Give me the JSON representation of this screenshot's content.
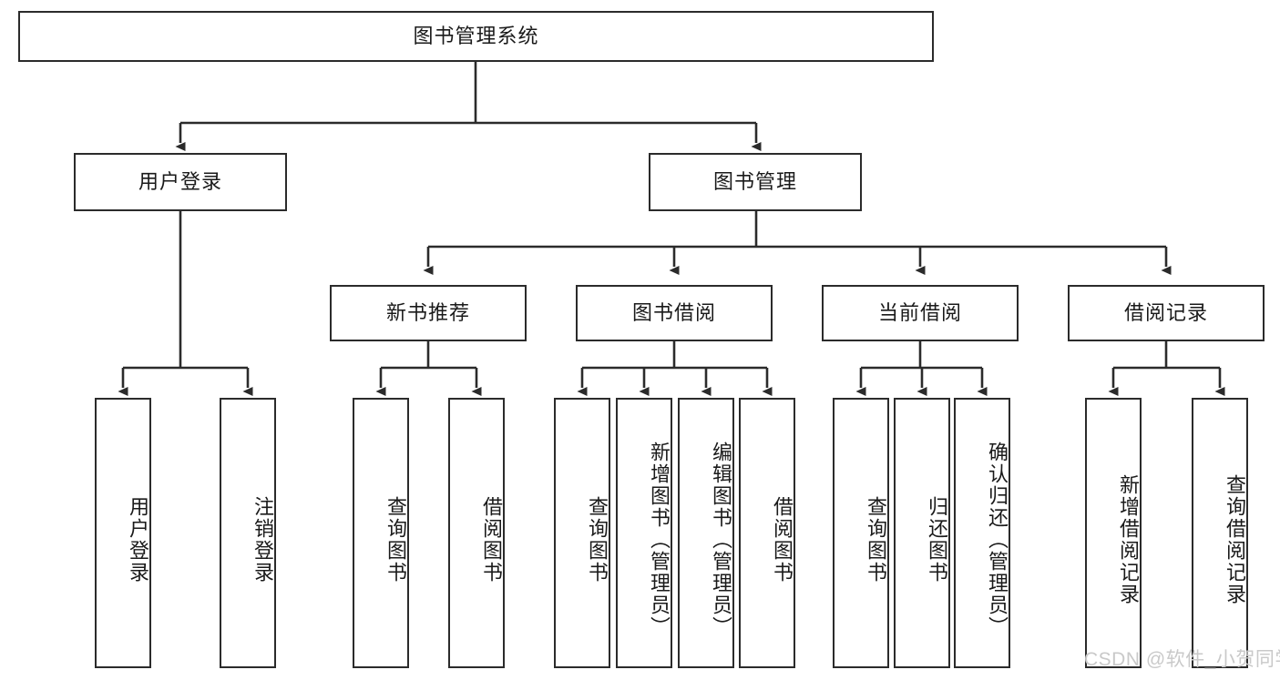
{
  "diagram": {
    "title": "图书管理系统",
    "type": "hierarchy-tree",
    "root": {
      "label": "图书管理系统",
      "orientation": "horizontal"
    },
    "level2": [
      {
        "label": "用户登录",
        "orientation": "horizontal"
      },
      {
        "label": "图书管理",
        "orientation": "horizontal"
      }
    ],
    "level3": [
      {
        "label": "新书推荐",
        "orientation": "horizontal",
        "parent": "图书管理"
      },
      {
        "label": "图书借阅",
        "orientation": "horizontal",
        "parent": "图书管理"
      },
      {
        "label": "当前借阅",
        "orientation": "horizontal",
        "parent": "图书管理"
      },
      {
        "label": "借阅记录",
        "orientation": "horizontal",
        "parent": "图书管理"
      }
    ],
    "leaves": [
      {
        "label": "用户登录",
        "orientation": "vertical",
        "parent": "用户登录"
      },
      {
        "label": "注销登录",
        "orientation": "vertical",
        "parent": "用户登录"
      },
      {
        "label": "查询图书",
        "orientation": "vertical",
        "parent": "新书推荐"
      },
      {
        "label": "借阅图书",
        "orientation": "vertical",
        "parent": "新书推荐"
      },
      {
        "label": "查询图书",
        "orientation": "vertical",
        "parent": "图书借阅"
      },
      {
        "label": "新增图书（管理员）",
        "orientation": "vertical",
        "parent": "图书借阅"
      },
      {
        "label": "编辑图书（管理员）",
        "orientation": "vertical",
        "parent": "图书借阅"
      },
      {
        "label": "借阅图书",
        "orientation": "vertical",
        "parent": "图书借阅"
      },
      {
        "label": "查询图书",
        "orientation": "vertical",
        "parent": "当前借阅"
      },
      {
        "label": "归还图书",
        "orientation": "vertical",
        "parent": "当前借阅"
      },
      {
        "label": "确认归还（管理员）",
        "orientation": "vertical",
        "parent": "当前借阅"
      },
      {
        "label": "新增借阅记录",
        "orientation": "vertical",
        "parent": "借阅记录"
      },
      {
        "label": "查询借阅记录",
        "orientation": "vertical",
        "parent": "借阅记录"
      }
    ]
  },
  "watermark": {
    "text": "CSDN @软件_小贺同学",
    "color": "#c9c9c9"
  },
  "style": {
    "box_border_color": "#2b2b2b",
    "box_fill": "#ffffff",
    "edge_color": "#2b2b2b",
    "text_color": "#1a1a1a",
    "background": "#ffffff"
  }
}
